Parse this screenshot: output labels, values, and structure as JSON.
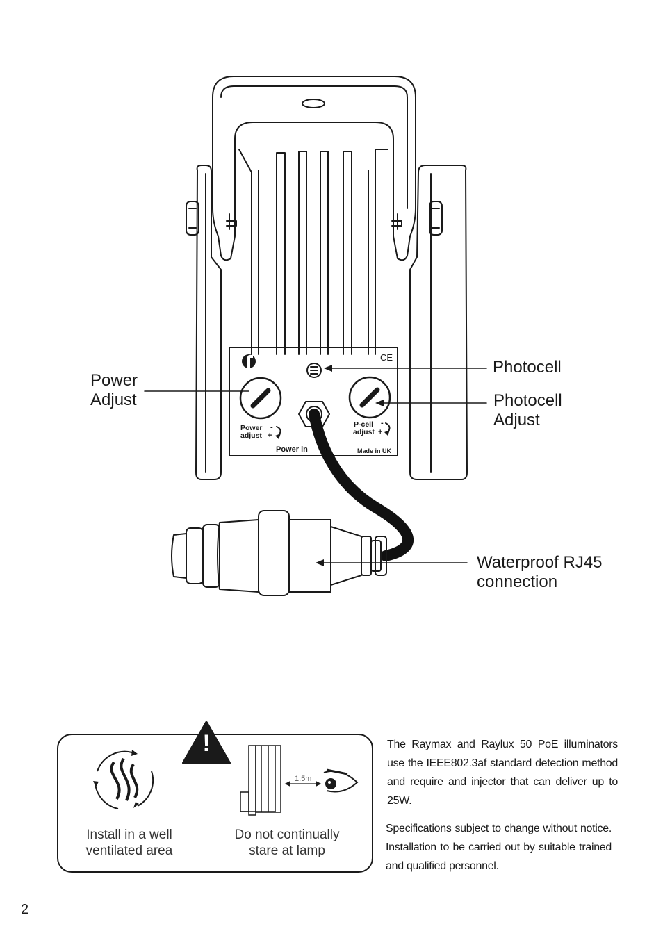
{
  "callouts": {
    "power_adjust_1": "Power",
    "power_adjust_2": "Adjust",
    "photocell": "Photocell",
    "photocell_adjust_1": "Photocell",
    "photocell_adjust_2": "Adjust",
    "rj45_1": "Waterproof RJ45",
    "rj45_2": "connection"
  },
  "panel": {
    "power_label_1": "Power",
    "power_label_2": "adjust",
    "pcell_label_1": "P-cell",
    "pcell_label_2": "adjust",
    "power_in": "Power in",
    "made_in": "Made in UK",
    "ce_mark": "CE"
  },
  "warnings": {
    "ventilate_1": "Install in a well",
    "ventilate_2": "ventilated area",
    "stare_1": "Do not continually",
    "stare_2": "stare at lamp",
    "distance": "1.5m",
    "exclamation": "!"
  },
  "text": {
    "poe_paragraph": "The Raymax and Raylux 50 PoE illuminators use the IEEE802.3af standard detection method and require and injector that can deliver up to 25W.",
    "spec_paragraph": "Specifications subject to change without notice. Installation to be carried out by suitable trained and qualified personnel."
  },
  "page_number": "2"
}
